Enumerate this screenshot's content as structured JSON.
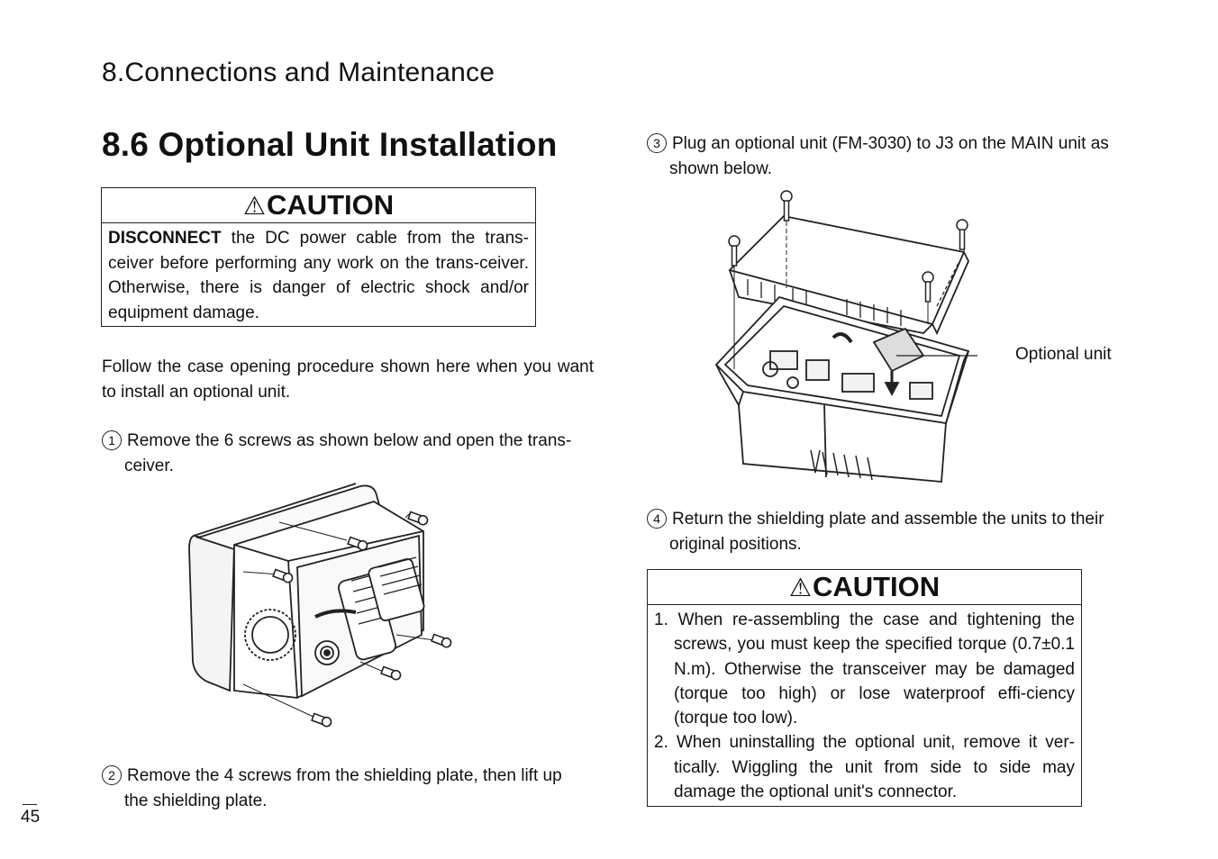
{
  "header": {
    "chapter": "8.Connections and Maintenance"
  },
  "section": {
    "title": "8.6 Optional Unit Installation"
  },
  "caution1": {
    "icon": "warning-triangle-icon",
    "title": "CAUTION",
    "bold": "DISCONNECT",
    "text": " the DC power cable from the trans-ceiver before performing any work on the trans-ceiver. Otherwise, there is danger of electric shock and/or equipment damage."
  },
  "intro": "Follow the case opening procedure shown here when you want to install an optional unit.",
  "steps": [
    {
      "num": "1",
      "line1": "Remove the 6 screws as shown below and open the trans-",
      "line2": "ceiver."
    },
    {
      "num": "2",
      "line1": "Remove the 4 screws from the shielding plate, then lift up",
      "line2": "the shielding plate."
    },
    {
      "num": "3",
      "line1": "Plug an optional unit (FM-3030) to J3 on the MAIN unit as",
      "line2": "shown below."
    },
    {
      "num": "4",
      "line1": "Return the shielding plate and assemble the units to their",
      "line2": "original positions."
    }
  ],
  "figure2": {
    "label": "Optional unit"
  },
  "caution2": {
    "icon": "warning-triangle-icon",
    "title": "CAUTION",
    "items": [
      "1. When re-assembling the case and tightening the screws, you must keep the specified torque (0.7±0.1 N.m). Otherwise the transceiver may be damaged (torque too high) or lose waterproof effi-ciency (torque too low).",
      "2. When uninstalling the optional unit, remove it ver-tically. Wiggling the unit from side to side may damage the optional unit's connector."
    ]
  },
  "footer": {
    "page": "45"
  }
}
